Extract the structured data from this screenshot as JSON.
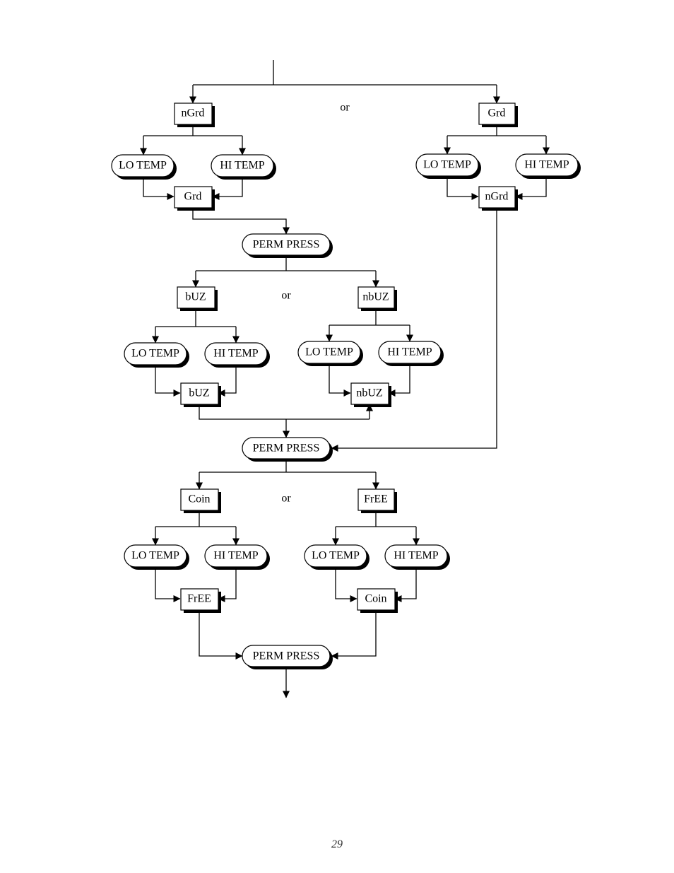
{
  "top": {
    "or_label": "or",
    "left_box": "nGrd",
    "right_box": "Grd",
    "left_lo": "LO TEMP",
    "left_hi": "HI TEMP",
    "left_result": "Grd",
    "right_lo": "LO TEMP",
    "right_hi": "HI TEMP",
    "right_result": "nGrd"
  },
  "perm_press_1": "PERM PRESS",
  "middle": {
    "or_label": "or",
    "left_box": "bUZ",
    "right_box": "nbUZ",
    "left_lo": "LO TEMP",
    "left_hi": "HI TEMP",
    "left_result": "bUZ",
    "right_lo": "LO TEMP",
    "right_hi": "HI TEMP",
    "right_result": "nbUZ"
  },
  "perm_press_2": "PERM PRESS",
  "bottom": {
    "or_label": "or",
    "left_box": "Coin",
    "right_box": "FrEE",
    "left_lo": "LO TEMP",
    "left_hi": "HI TEMP",
    "left_result": "FrEE",
    "right_lo": "LO TEMP",
    "right_hi": "HI TEMP",
    "right_result": "Coin"
  },
  "perm_press_3": "PERM PRESS",
  "page_number": "29"
}
